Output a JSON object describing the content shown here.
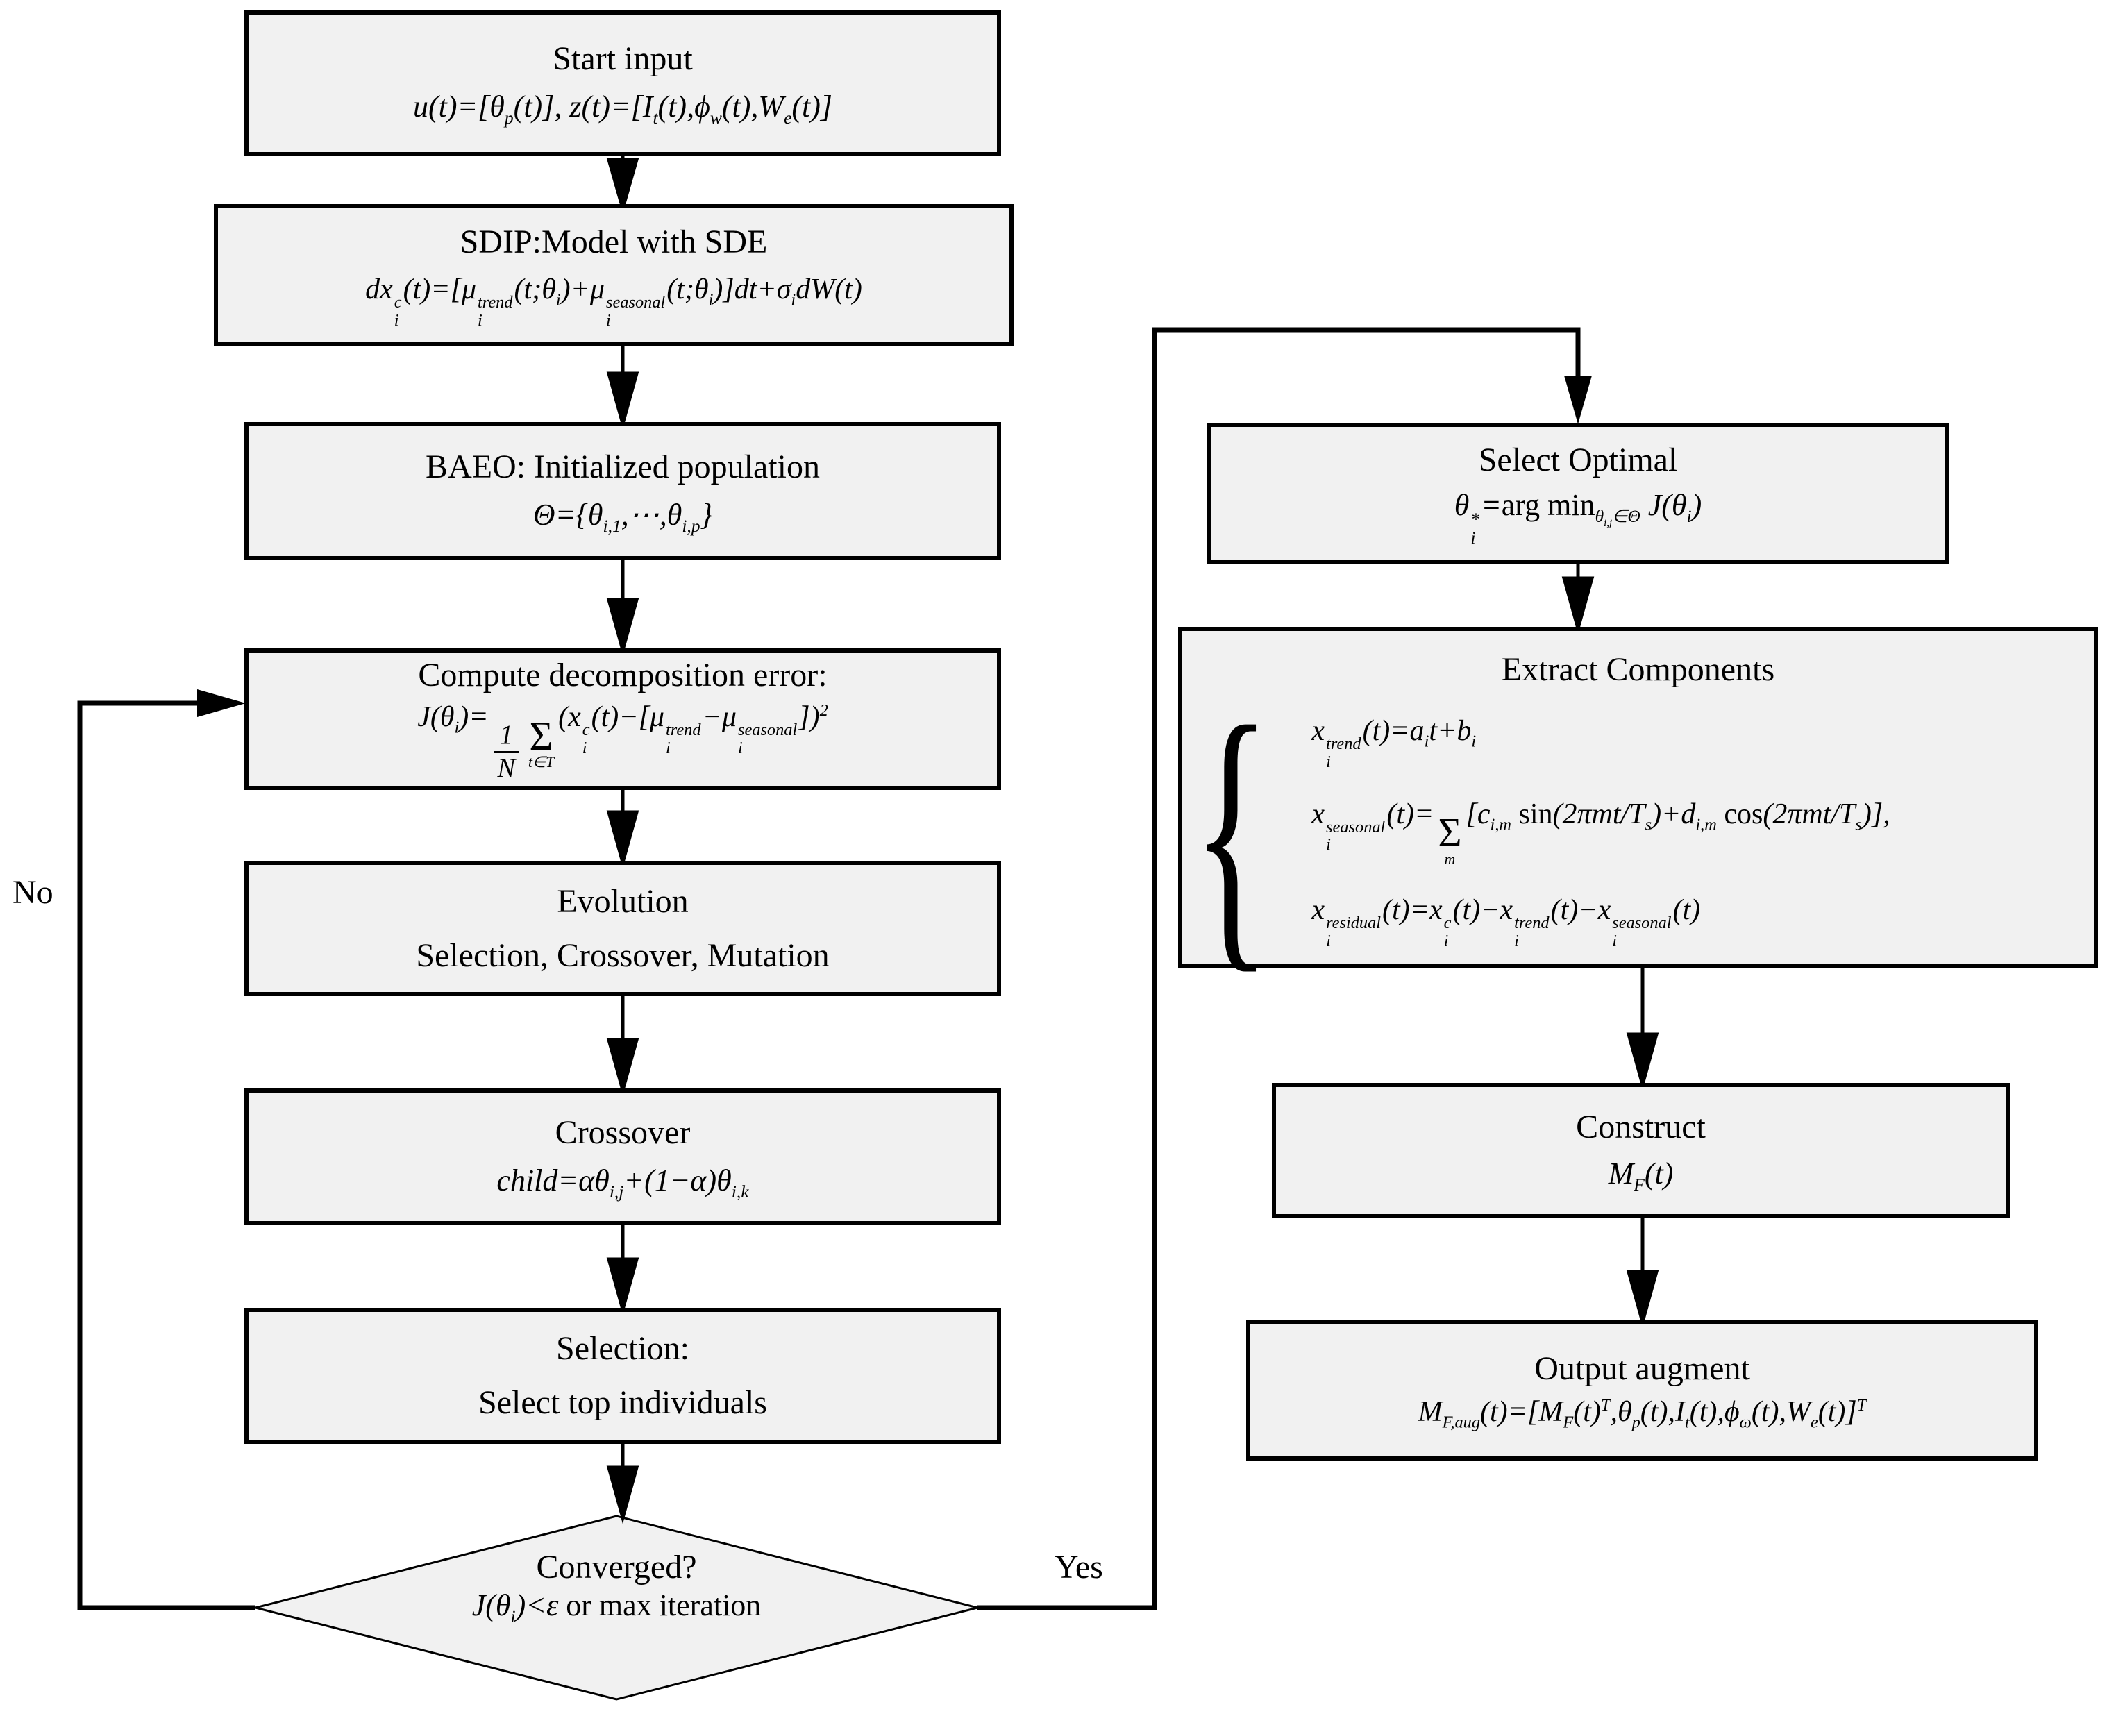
{
  "flowchart": {
    "colors": {
      "box_fill": "#f1f1f1",
      "border": "#000000",
      "background": "#ffffff"
    },
    "nodes": {
      "start": {
        "title": "Start input",
        "formula": "u(t)=[θ@sub{p}(t)], z(t)=[I@sub{t}(t),ϕ@sub{w}(t),W@sub{e}(t)]"
      },
      "sdip": {
        "title": "SDIP:Model with SDE",
        "formula": "dx@ss{c}{i}(t)=[μ@ss{trend}{i}(t;θ@sub{i})+μ@ss{seasonal}{i}(t;θ@sub{i})]dt+σ@sub{i}dW(t)"
      },
      "baeo": {
        "title": "BAEO: Initialized population",
        "formula": "Θ={θ@sub{i,1},⋯,θ@sub{i,p}}"
      },
      "error": {
        "title": "Compute decomposition error:",
        "formula": "J(θ@sub{i})=@f{1}{N}@sum{t∈T}(x@ss{c}{i}(t)−[μ@ss{trend}{i}−μ@ss{seasonal}{i}])@sup{2}"
      },
      "evolution": {
        "title": "Evolution",
        "line2": "Selection, Crossover, Mutation"
      },
      "crossover": {
        "title": "Crossover",
        "formula": "child=αθ@sub{i,j}+(1−α)θ@sub{i,k}"
      },
      "selection": {
        "title": "Selection:",
        "line2": "Select top individuals"
      },
      "converged": {
        "title": "Converged?",
        "formula": "J(θ@sub{i})<ε @r{or max iteration}"
      },
      "select_optimal": {
        "title": "Select Optimal",
        "formula": "θ@ss{*}{i}=@r{arg min}@sub{θ@sub{i,j}∈Θ} J(θ@sub{i})"
      },
      "extract": {
        "title": "Extract Components",
        "brace": "{",
        "eq1": "x@ss{trend}{i}(t)=a@sub{i}t+b@sub{i}",
        "eq2": "x@ss{seasonal}{i}(t)=@sum{m}[c@sub{i,m} @r{sin}(2πmt/T@sub{s})+d@sub{i,m} @r{cos}(2πmt/T@sub{s})],",
        "eq3": "x@ss{residual}{i}(t)=x@ss{c}{i}(t)−x@ss{trend}{i}(t)−x@ss{seasonal}{i}(t)"
      },
      "construct": {
        "title": "Construct",
        "formula": "M@sub{F}(t)"
      },
      "output": {
        "title": "Output augment",
        "formula": "M@sub{F,aug}(t)=[M@sub{F}(t)@sup{T},θ@sub{p}(t),I@sub{t}(t),ϕ@sub{ω}(t),W@sub{e}(t)]@sup{T}"
      }
    },
    "edges": {
      "no_label": "No",
      "yes_label": "Yes"
    }
  }
}
